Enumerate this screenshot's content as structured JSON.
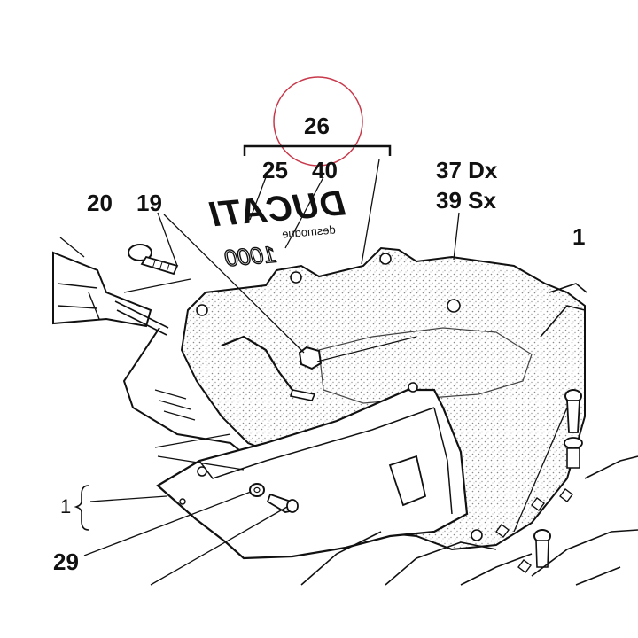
{
  "diagram": {
    "callouts": {
      "c26": "26",
      "c25": "25",
      "c40": "40",
      "c37": "37 Dx",
      "c39": "39 Sx",
      "c20": "20",
      "c19": "19",
      "c1_right": "1",
      "c1_left": "1",
      "c29": "29"
    },
    "decal": {
      "brand": "DUCATI",
      "sub": "desmodue",
      "model": "1000"
    },
    "colors": {
      "ink": "#111111",
      "highlight_circle": "#c8394b",
      "stipple": "#9a9a9a"
    }
  }
}
